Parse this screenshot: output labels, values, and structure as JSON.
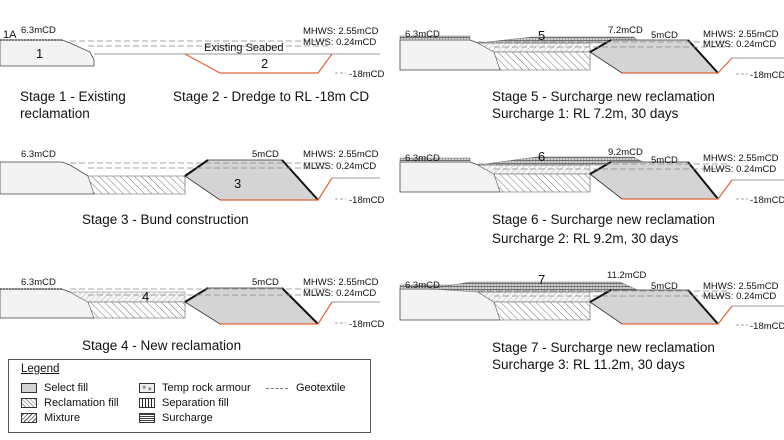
{
  "levels": {
    "mhws": "MHWS: 2.55mCD",
    "mlws": "MLWS: 0.24mCD",
    "dredge": "-18mCD",
    "existing_reclamation": "6.3mCD",
    "bund_top": "5mCD",
    "surcharge1": "7.2mCD",
    "surcharge2": "9.2mCD",
    "surcharge3": "11.2mCD"
  },
  "stage1": {
    "number_1a": "1A",
    "number_1": "1",
    "caption_line1": "Stage 1 - Existing",
    "caption_line2": "reclamation"
  },
  "stage2": {
    "number": "2",
    "seabed_label": "Existing Seabed",
    "caption": "Stage 2 - Dredge to RL -18m CD"
  },
  "stage3": {
    "number": "3",
    "caption": "Stage 3 - Bund construction"
  },
  "stage4": {
    "number": "4",
    "caption": "Stage 4 - New reclamation"
  },
  "stage5": {
    "number": "5",
    "caption_line1": "Stage 5 - Surcharge new reclamation",
    "caption_line2": "Surcharge 1: RL 7.2m, 30 days"
  },
  "stage6": {
    "number": "6",
    "caption_line1": "Stage 6 - Surcharge new reclamation",
    "caption_line2": "Surcharge 2: RL 9.2m, 30 days"
  },
  "stage7": {
    "number": "7",
    "caption_line1": "Stage 7 - Surcharge new reclamation",
    "caption_line2": "Surcharge 3: RL 11.2m, 30 days"
  },
  "legend": {
    "title": "Legend",
    "select_fill": "Select fill",
    "reclamation_fill": "Reclamation fill",
    "mixture": "Mixture",
    "temp_rock_armour": "Temp rock armour",
    "separation_fill": "Separation fill",
    "surcharge": "Surcharge",
    "geotextile": "Geotextile"
  },
  "colors": {
    "select_fill": "#d4d4d4",
    "dredge_line": "#e0643c",
    "armour_line": "#111111",
    "water_line": "#888888"
  }
}
